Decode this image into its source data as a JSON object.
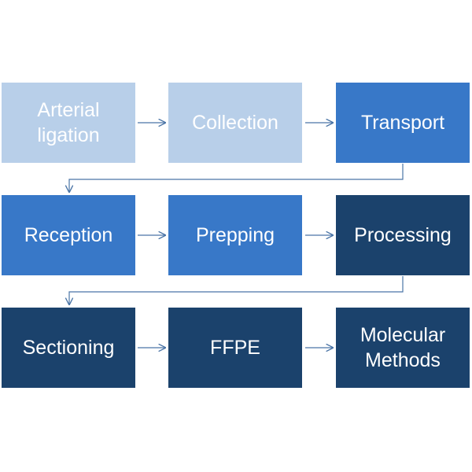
{
  "steps": [
    {
      "label": "Arterial ligation",
      "shade": "light"
    },
    {
      "label": "Collection",
      "shade": "light"
    },
    {
      "label": "Transport",
      "shade": "medium"
    },
    {
      "label": "Reception",
      "shade": "medium"
    },
    {
      "label": "Prepping",
      "shade": "medium"
    },
    {
      "label": "Processing",
      "shade": "dark"
    },
    {
      "label": "Sectioning",
      "shade": "dark"
    },
    {
      "label": "FFPE",
      "shade": "dark"
    },
    {
      "label": "Molecular Methods",
      "shade": "dark"
    }
  ],
  "colors": {
    "light": "#b8cfe9",
    "medium": "#3878c8",
    "dark": "#1b426c",
    "connector": "#4a74a6"
  }
}
